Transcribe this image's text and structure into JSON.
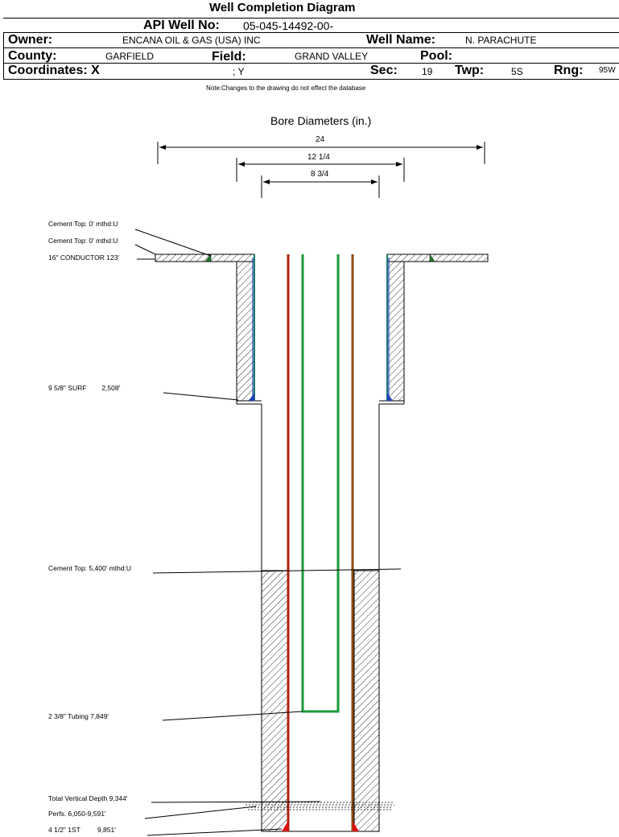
{
  "header": {
    "title": "Well Completion Diagram",
    "api_label": "API Well No:",
    "api_value": "05-045-14492-00-",
    "owner_label": "Owner:",
    "owner_value": "ENCANA OIL & GAS (USA) INC",
    "well_name_label": "Well Name:",
    "well_name_value": "N. PARACHUTE",
    "county_label": "County:",
    "county_value": "GARFIELD",
    "field_label": "Field:",
    "field_value": "GRAND VALLEY",
    "pool_label": "Pool:",
    "pool_value": "",
    "coordinates_label": "Coordinates: X",
    "coordinates_y": "; Y",
    "sec_label": "Sec:",
    "sec_value": "19",
    "twp_label": "Twp:",
    "twp_value": "5S",
    "rng_label": "Rng:",
    "rng_value": "95W",
    "note": "Note:Changes to the drawing do not effect the database"
  },
  "bore": {
    "title": "Bore Diameters (in.)",
    "dims": [
      "24",
      "12 1/4",
      "8 3/4"
    ]
  },
  "callouts": {
    "cement_top_1": "Cement Top: 0' mthd:U",
    "cement_top_2": "Cement Top: 0' mthd:U",
    "conductor": "16\" CONDUCTOR  123'",
    "surface": "9 5/8\" SURF        2,508'",
    "cement_top_3": "Cement Top: 5,400' mthd:U",
    "tubing": "2 3/8\" Tubing 7,849'",
    "tvd": "Total Vertical Depth 9,344'",
    "perfs": "Perfs. 6,050-9,591'",
    "production": "4 1/2\" 1ST         9,851'"
  },
  "colors": {
    "conductor_casing": "#1a7a6a",
    "surface_casing": "#1f3fbf",
    "production_casing": "#b02010",
    "tubing": "#1a9a3a",
    "production_casing_right": "#8a4a10"
  }
}
